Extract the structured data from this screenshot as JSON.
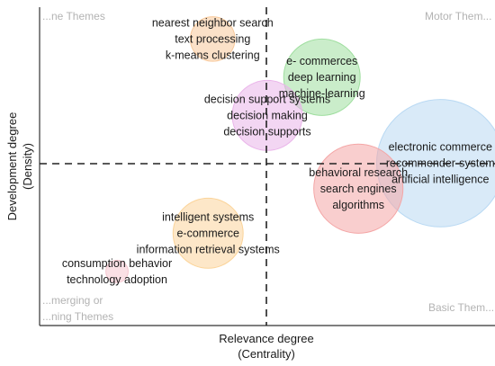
{
  "chart_data": {
    "type": "scatter",
    "subtype": "strategic-diagram",
    "xlabel": [
      "Relevance degree",
      "(Centrality)"
    ],
    "ylabel": [
      "Development degree",
      "(Density)"
    ],
    "quadrants": {
      "top_left": "...ne Themes",
      "top_right": "Motor Them...",
      "bottom_left": [
        "...merging or",
        "...ning Themes"
      ],
      "bottom_right": "Basic Them..."
    },
    "grid": false,
    "axis_ticks": false,
    "clusters": [
      {
        "labels": [
          "nearest neighbor search",
          "text processing",
          "k-means clustering"
        ],
        "x": 0.38,
        "y": 0.9,
        "size": 0.07,
        "color": "#f8c99b"
      },
      {
        "labels": [
          "e- commerces",
          "deep learning",
          "machine-learning"
        ],
        "x": 0.62,
        "y": 0.78,
        "size": 0.12,
        "color": "#9fde9f"
      },
      {
        "labels": [
          "decision support systems",
          "decision making",
          "decision supports"
        ],
        "x": 0.5,
        "y": 0.66,
        "size": 0.11,
        "color": "#eab5ea"
      },
      {
        "labels": [
          "electronic commerce",
          "recommender-system",
          "artificial intelligence"
        ],
        "x": 0.88,
        "y": 0.51,
        "size": 0.2,
        "color": "#b9d9f3"
      },
      {
        "labels": [
          "behavioral research",
          "search engines",
          "algorithms"
        ],
        "x": 0.7,
        "y": 0.43,
        "size": 0.14,
        "color": "#f4a6a6"
      },
      {
        "labels": [
          "intelligent systems",
          "e-commerce",
          "information retrieval systems"
        ],
        "x": 0.37,
        "y": 0.29,
        "size": 0.11,
        "color": "#fbd49a"
      },
      {
        "labels": [
          "consumption behavior",
          "technology adoption"
        ],
        "x": 0.17,
        "y": 0.17,
        "size": 0.035,
        "color": "#f5c6cf"
      }
    ]
  }
}
